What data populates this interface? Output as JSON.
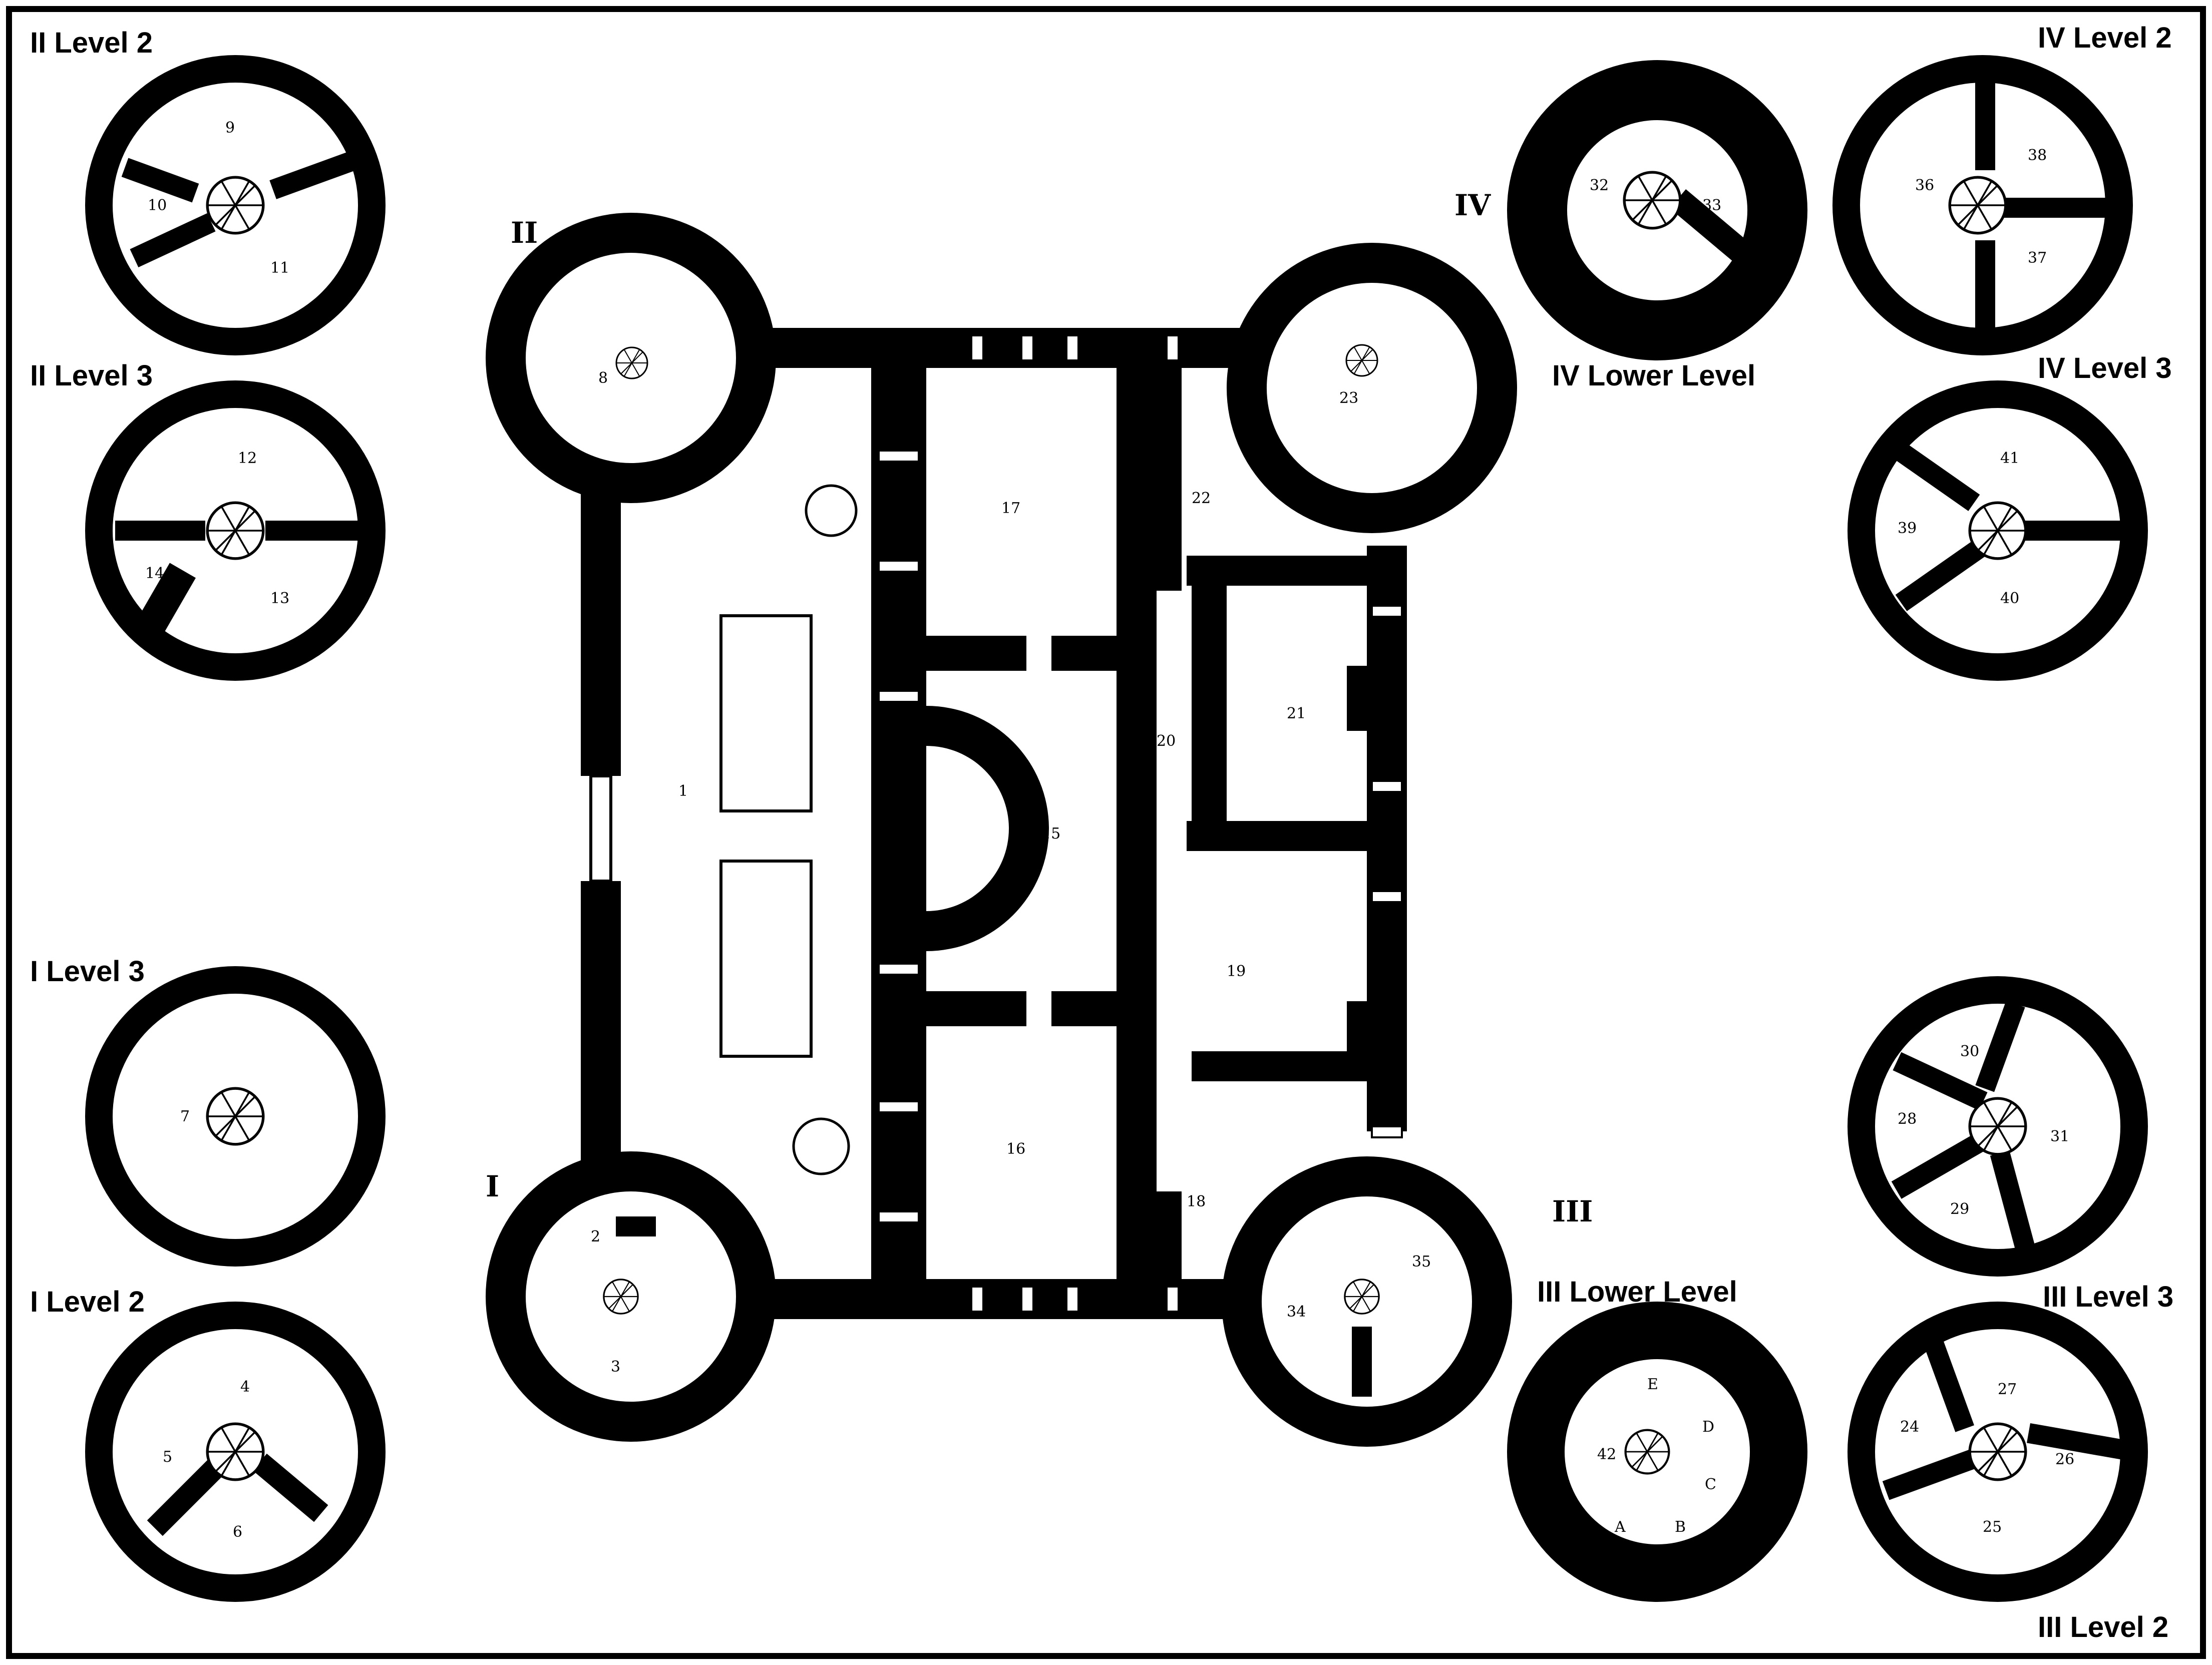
{
  "colors": {
    "ink": "#000000",
    "paper": "#ffffff",
    "room_floor": "#ffffff"
  },
  "level_labels": {
    "tower2_level2": "II Level 2",
    "tower2_level3": "II Level 3",
    "tower1_level3": "I Level 3",
    "tower1_level2": "I Level 2",
    "tower4_level2": "IV Level 2",
    "tower4_lower": "IV Lower Level",
    "tower4_level3": "IV Level 3",
    "tower3_lower": "III Lower Level",
    "tower3_level3": "III Level 3",
    "tower3_level2": "III Level 2"
  },
  "tower_numerals": {
    "t1": "I",
    "t2": "II",
    "t3": "III",
    "t4": "IV"
  },
  "rooms": {
    "r1": "1",
    "r2": "2",
    "r3": "3",
    "r4": "4",
    "r5": "5",
    "r6": "6",
    "r7": "7",
    "r8": "8",
    "r9": "9",
    "r10": "10",
    "r11": "11",
    "r12": "12",
    "r13": "13",
    "r14": "14",
    "r15": "15",
    "r16": "16",
    "r17": "17",
    "r18": "18",
    "r19": "19",
    "r20": "20",
    "r21": "21",
    "r22": "22",
    "r23": "23",
    "r24": "24",
    "r25": "25",
    "r26": "26",
    "r27": "27",
    "r28": "28",
    "r29": "29",
    "r30": "30",
    "r31": "31",
    "r32": "32",
    "r33": "33",
    "r34": "34",
    "r35": "35",
    "r36": "36",
    "r37": "37",
    "r38": "38",
    "r39": "39",
    "r40": "40",
    "r41": "41",
    "r42": "42",
    "cellA": "A",
    "cellB": "B",
    "cellC": "C",
    "cellD": "D",
    "cellE": "E"
  }
}
